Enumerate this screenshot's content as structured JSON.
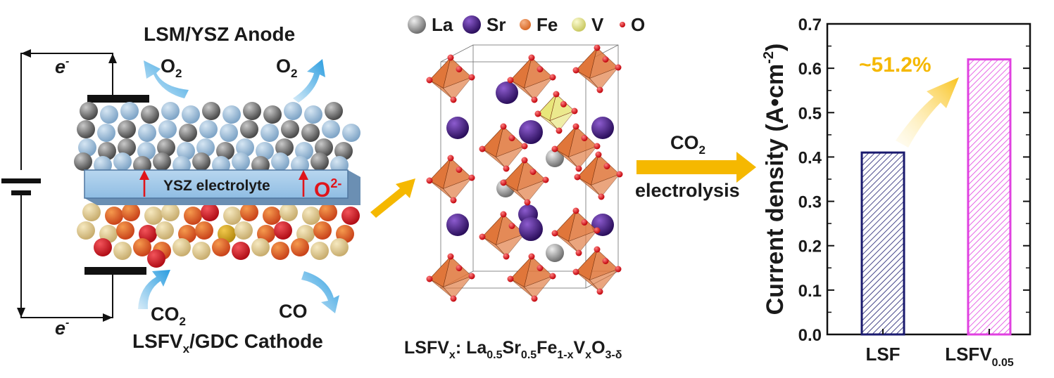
{
  "cell": {
    "anode_label": "LSM/YSZ Anode",
    "o2_left": "O",
    "o2_right": "O",
    "o2_sub": "2",
    "electron_base": "e",
    "electron_sup": "-",
    "electrolyte_label": "YSZ electrolyte",
    "oxide_ion_base": "O",
    "oxide_ion_sup": "2-",
    "co2_base": "CO",
    "co2_sub": "2",
    "co_label": "CO",
    "cathode_prefix": "LSFV",
    "cathode_sub": "x",
    "cathode_suffix": "/GDC Cathode"
  },
  "structure": {
    "legend": [
      {
        "label": "La",
        "color": "#7b7b7b"
      },
      {
        "label": "Sr",
        "color": "#4b1a86"
      },
      {
        "label": "Fe",
        "color": "#e07a3a"
      },
      {
        "label": "V",
        "color": "#e3e27a"
      },
      {
        "label": "O",
        "color": "#d8141a"
      }
    ],
    "formula": {
      "p1": "LSFV",
      "s1": "x",
      "p2": ": La",
      "s2": "0.5",
      "p3": "Sr",
      "s3": "0.5",
      "p4": "Fe",
      "s4": "1-x",
      "p5": "V",
      "s5": "x",
      "p6": "O",
      "s6": "3-δ"
    }
  },
  "process": {
    "line1_base": "CO",
    "line1_sub": "2",
    "line2": "electrolysis"
  },
  "chart_data": {
    "type": "bar",
    "categories": [
      "LSF",
      "LSFV0.05"
    ],
    "category_labels": [
      {
        "base": "LSF",
        "sub": ""
      },
      {
        "base": "LSFV",
        "sub": "0.05"
      }
    ],
    "values": [
      0.41,
      0.62
    ],
    "bar_colors": [
      "#1a1a6e",
      "#e040e0"
    ],
    "ylabel": "Current density (A•cm",
    "ylabel_sup": "-2",
    "ylabel_close": ")",
    "ylim": [
      0.0,
      0.7
    ],
    "yticks": [
      "0.0",
      "0.1",
      "0.2",
      "0.3",
      "0.4",
      "0.5",
      "0.6",
      "0.7"
    ],
    "annotation": "~51.2%",
    "annotation_color": "#f5b800"
  }
}
